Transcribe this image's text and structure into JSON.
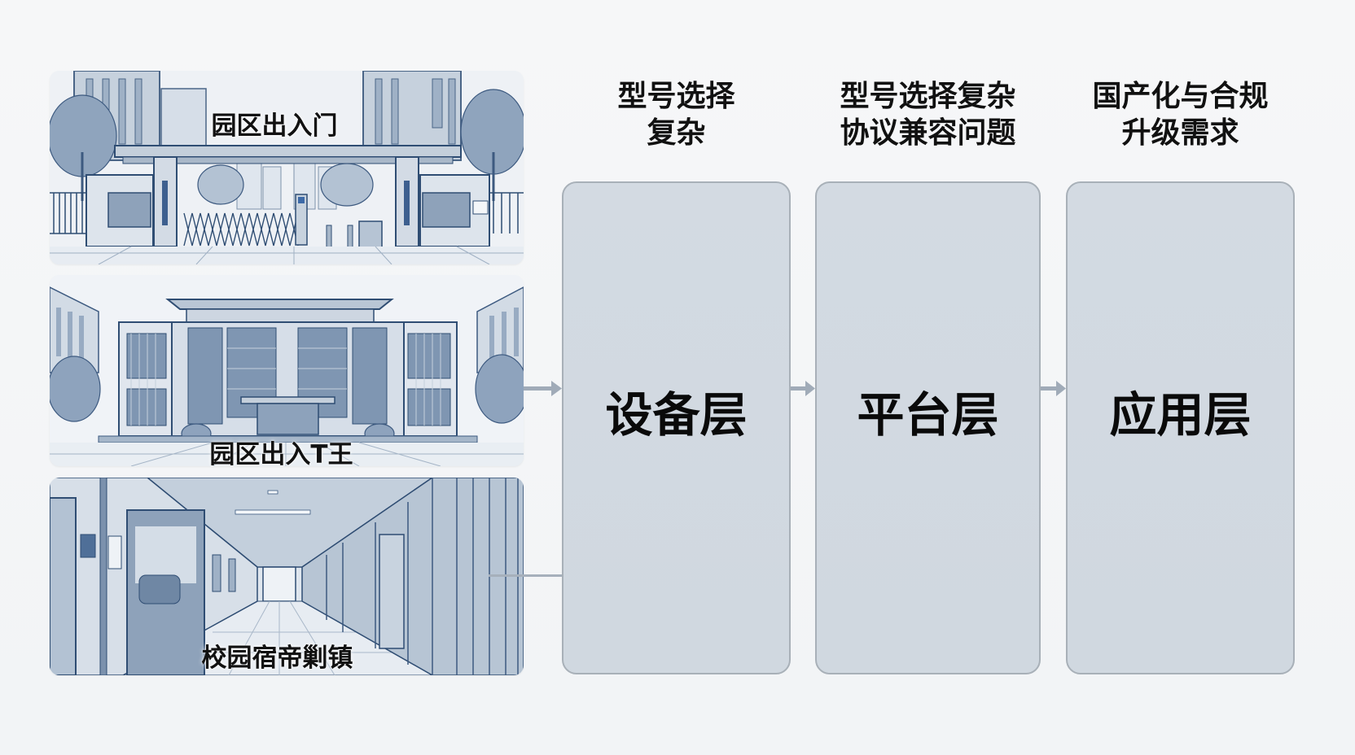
{
  "photos": [
    {
      "id": "gate",
      "label": "园区出入门",
      "scene": "campus-gate-illustration"
    },
    {
      "id": "building",
      "label": "园区出入T王",
      "scene": "office-building-illustration"
    },
    {
      "id": "dorm",
      "label": "校园宿帝剿镇",
      "scene": "dormitory-corridor-illustration"
    }
  ],
  "columns": [
    {
      "header_lines": [
        "型号选择",
        "复杂"
      ],
      "layer": "设备层"
    },
    {
      "header_lines": [
        "型号选择复杂",
        "协议兼容问题"
      ],
      "layer": "平台层"
    },
    {
      "header_lines": [
        "国产化与合规",
        "升级需求"
      ],
      "layer": "应用层"
    }
  ],
  "colors": {
    "background": "#f4f6f8",
    "box_fill": "#d2d9e1",
    "box_border": "#a8b0b8",
    "arrow": "#a0abb8",
    "illustration_ink": "#3d5a80"
  }
}
